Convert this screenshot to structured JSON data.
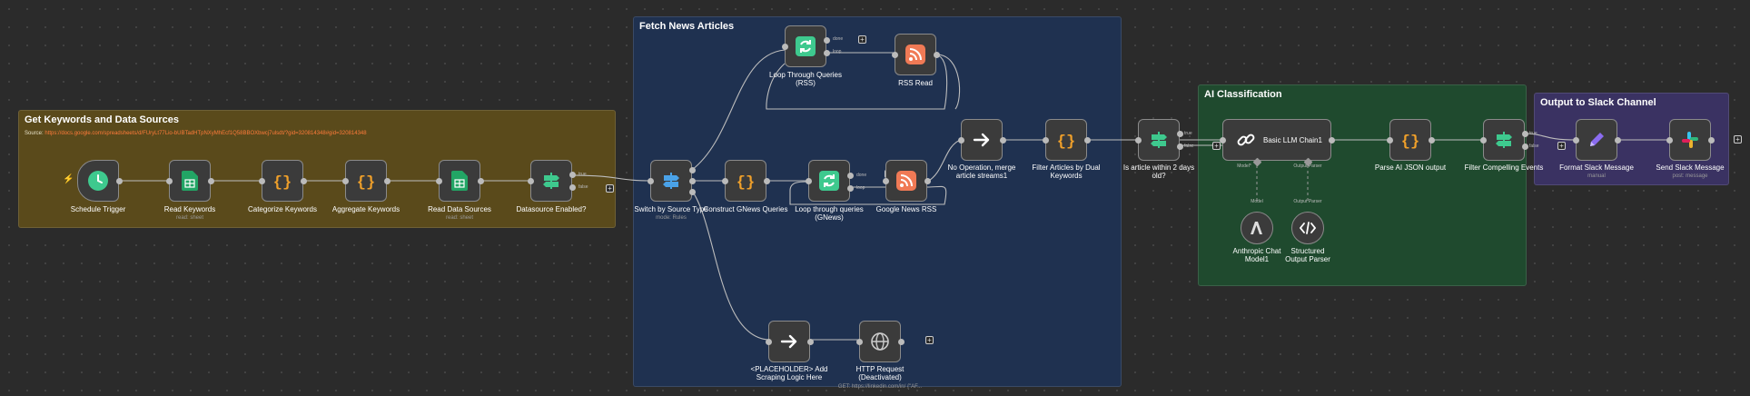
{
  "groups": {
    "keywords": {
      "title": "Get Keywords and Data Sources",
      "source_prefix": "Source:",
      "source_url": "https://docs.google.com/spreadsheets/d/FUryLt77Lio-bUBTadHTpNXyMhEcf1Q58BBOXbwcj7ulsdt/?gid=320814348#gid=320814348"
    },
    "fetch": {
      "title": "Fetch News Articles"
    },
    "ai": {
      "title": "AI Classification"
    },
    "slack": {
      "title": "Output to Slack Channel"
    }
  },
  "nodes": {
    "schedule_trigger": {
      "label": "Schedule Trigger"
    },
    "read_keywords": {
      "label": "Read Keywords",
      "sub": "read: sheet"
    },
    "categorize_keywords": {
      "label": "Categorize Keywords"
    },
    "aggregate_keywords": {
      "label": "Aggregate Keywords"
    },
    "read_data_sources": {
      "label": "Read Data Sources",
      "sub": "read: sheet"
    },
    "datasource_enabled": {
      "label": "Datasource Enabled?",
      "true": "true",
      "false": "false"
    },
    "switch_source": {
      "label": "Switch by Source Type",
      "sub": "mode: Rules"
    },
    "construct_gnews": {
      "label": "Construct GNews Queries"
    },
    "loop_rss": {
      "label": "Loop Through Queries (RSS)",
      "done": "done",
      "loop": "loop"
    },
    "rss_read": {
      "label": "RSS Read"
    },
    "loop_gnews": {
      "label": "Loop through queries (GNews)",
      "done": "done",
      "loop": "loop"
    },
    "google_news_rss": {
      "label": "Google News RSS"
    },
    "placeholder": {
      "label": "<PLACEHOLDER> Add Scraping Logic Here"
    },
    "http_request": {
      "label": "HTTP Request (Deactivated)",
      "sub": "GET: https://linkedin.com/in/ {\"AF..."
    },
    "no_operation": {
      "label": "No Operation, merge article streams1"
    },
    "filter_dual": {
      "label": "Filter Articles by Dual Keywords"
    },
    "within_2_days": {
      "label": "Is article within 2 days old?",
      "true": "true",
      "false": "false"
    },
    "basic_llm": {
      "label": "Basic LLM Chain1",
      "model_port": "Model*",
      "parser_port": "Output Parser"
    },
    "anthropic": {
      "label": "Anthropic Chat Model1",
      "port": "Model"
    },
    "structured_parser": {
      "label": "Structured Output Parser",
      "port": "Output Parser"
    },
    "parse_ai_json": {
      "label": "Parse AI JSON output"
    },
    "filter_compelling": {
      "label": "Filter Compelling Events",
      "true": "true",
      "false": "false"
    },
    "format_slack": {
      "label": "Format Slack Message",
      "sub": "manual"
    },
    "send_slack": {
      "label": "Send Slack Message",
      "sub": "post: message"
    }
  },
  "icons": {
    "plus": "+",
    "bolt": "⚡"
  },
  "colors": {
    "keywords_group": "#5a4a1b",
    "fetch_group": "#1f3150",
    "ai_group": "#1f4a2e",
    "slack_group": "#3a3262",
    "accent_orange": "#ff7b3a"
  }
}
